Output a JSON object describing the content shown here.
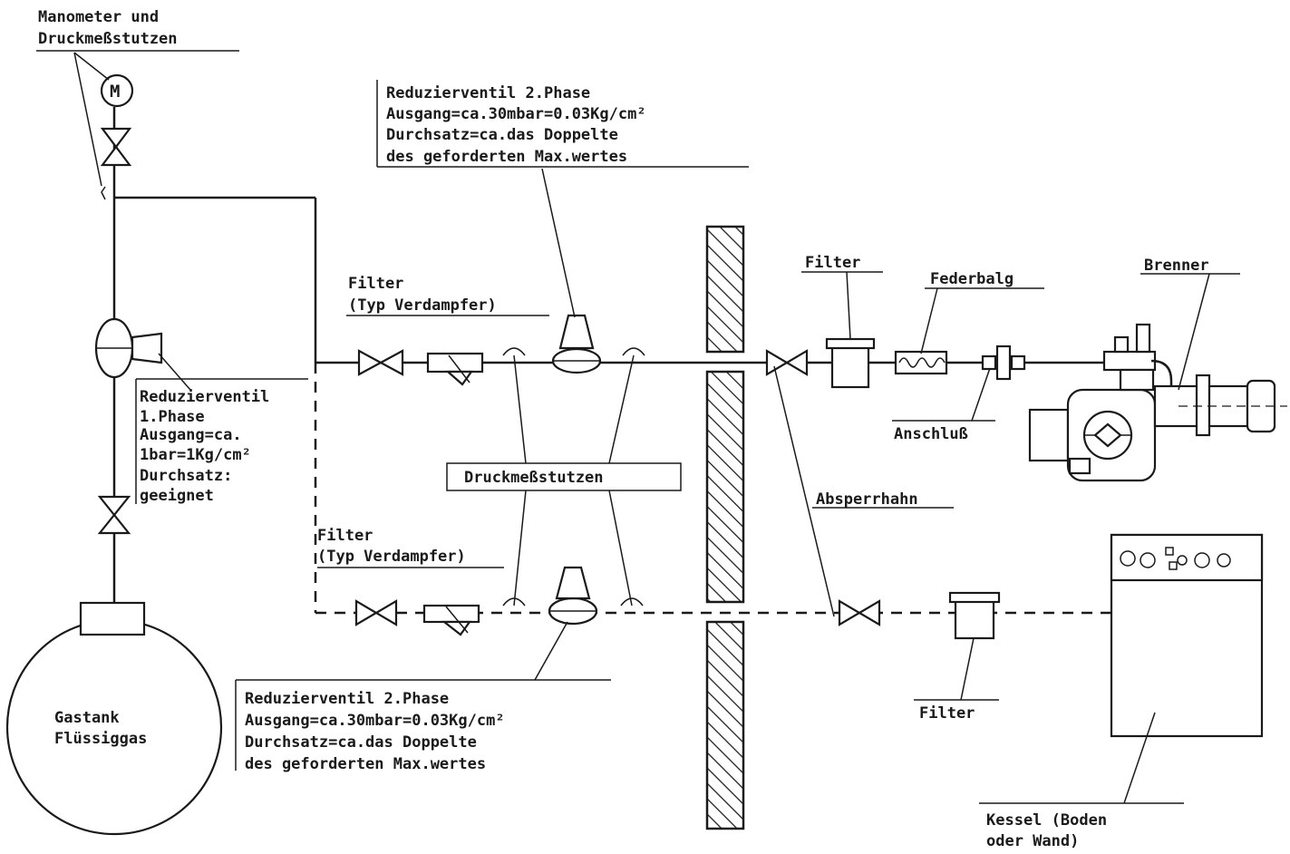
{
  "labels": {
    "manometer_line1": "Manometer und",
    "manometer_line2": "Druckmeßstutzen",
    "manometer_symbol": "M",
    "red2_top": {
      "line1": "Reduzierventil 2.Phase",
      "line2": "Ausgang=ca.30mbar=0.03Kg/cm²",
      "line3": "Durchsatz=ca.das Doppelte",
      "line4": "des geforderten Max.wertes"
    },
    "filter_top_line1": "Filter",
    "filter_top_line2": "(Typ Verdampfer)",
    "red1": {
      "line1": "Reduzierventil",
      "line2": "1.Phase",
      "line3": "Ausgang=ca.",
      "line4": "1bar=1Kg/cm²",
      "line5": "Durchsatz:",
      "line6": "geeignet"
    },
    "druckmess": "Druckmeßstutzen",
    "filter_bottom_line1": "Filter",
    "filter_bottom_line2": "(Typ Verdampfer)",
    "red2_bottom": {
      "line1": "Reduzierventil 2.Phase",
      "line2": "Ausgang=ca.30mbar=0.03Kg/cm²",
      "line3": "Durchsatz=ca.das Doppelte",
      "line4": "des geforderten Max.wertes"
    },
    "gastank_line1": "Gastank",
    "gastank_line2": "Flüssiggas",
    "filter_right": "Filter",
    "federbalg": "Federbalg",
    "brenner": "Brenner",
    "anschluss": "Anschluß",
    "absperrhahn": "Absperrhahn",
    "filter_lower_right": "Filter",
    "kessel_line1": "Kessel (Boden",
    "kessel_line2": "oder Wand)"
  },
  "colors": {
    "ink": "#1a1a1a",
    "paper": "#ffffff"
  }
}
